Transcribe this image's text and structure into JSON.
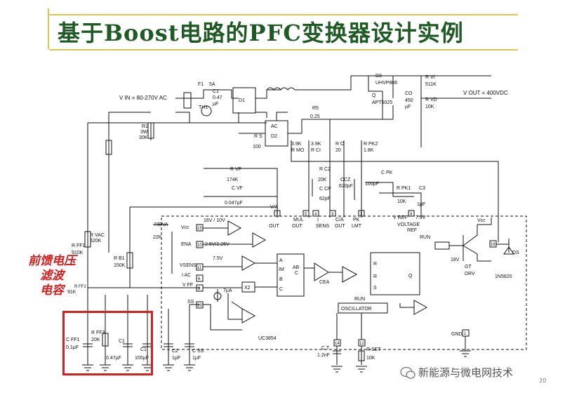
{
  "slide": {
    "title": "基于Boost电路的PFC变换器设计实例",
    "annotation": [
      "前馈电压",
      "滤波",
      "电容"
    ],
    "watermark": "新能源与微电网技术",
    "page_number": "20"
  },
  "circuit": {
    "vin": "V IN = 80-270V AC",
    "vout": "V OUT = 400VDC",
    "components": {
      "fuse": [
        "F1",
        "5A"
      ],
      "c1_input": [
        "C1",
        "0.47",
        "µF"
      ],
      "th1": "TH1",
      "d1": "D1",
      "ac_bridge": [
        "AC",
        "D2"
      ],
      "r1": [
        "R1",
        "3W",
        "30K"
      ],
      "rs": [
        "R S",
        "100"
      ],
      "rs2": [
        "R5",
        "0.25"
      ],
      "d3": [
        "D3",
        "UHVP806"
      ],
      "q": [
        "Q",
        "APT5025"
      ],
      "co": [
        "CO",
        "450",
        "µF"
      ],
      "rvi": [
        "R VI",
        "511K"
      ],
      "rvd": [
        "R VD",
        "10K"
      ],
      "rmo": [
        "3.9K",
        "R MO"
      ],
      "rci": [
        "3.9K",
        "R CI"
      ],
      "ro": [
        "R O",
        "20"
      ],
      "rpk2": [
        "R PK2",
        "1.8K"
      ],
      "rvf": [
        "R VF",
        "174K"
      ],
      "cvf": [
        "C VF",
        "0.047µF"
      ],
      "rcz": [
        "R CZ",
        "20K"
      ],
      "ccz": [
        "CCZ",
        "620pF"
      ],
      "ccp": [
        "C CP",
        "62pF"
      ],
      "cpk": [
        "C PK",
        "100pF"
      ],
      "rpk1": [
        "R PK1",
        "10K"
      ],
      "c3": [
        "C3",
        "1µF"
      ],
      "rena": [
        "RENA",
        "22K"
      ],
      "rvac": [
        "R VAC",
        "620K"
      ],
      "rff1": [
        "R FF1",
        "910K"
      ],
      "rff2": [
        "91K",
        "R FF2"
      ],
      "rb1": [
        "R B1",
        "150K"
      ],
      "cff1": [
        "C FF1",
        "0.1µF"
      ],
      "rff3": [
        "R FF3",
        "20K"
      ],
      "c1_bot": [
        "C1",
        "0.47µF"
      ],
      "c1b": [
        "C1",
        "100µF"
      ],
      "c2": [
        "C2",
        "1µF"
      ],
      "css": [
        "C SS",
        "1µF"
      ],
      "ct": [
        "C T",
        "1.2nF"
      ],
      "rset": [
        "R SET",
        "10K"
      ],
      "ds": [
        "DS",
        "1N5820"
      ],
      "z18": [
        "18V"
      ]
    },
    "pins": {
      "vao": [
        "V/A",
        "OUT"
      ],
      "mul": [
        "MUL",
        "OUT"
      ],
      "isens": [
        "I",
        "SENS"
      ],
      "cao": [
        "C/A",
        "OUT"
      ],
      "pklmt": [
        "PK",
        "LMT"
      ],
      "vref": "V REF",
      "vref_val": "7.5V",
      "vref_box": [
        "VOLTAGE",
        "REF"
      ],
      "vcc": "Vcc",
      "vcc_pin": "15",
      "ena": "ENA",
      "ena_val": "2.5V/2.25V",
      "ena_pin": "10",
      "uvlo": "16V / 10V",
      "vsens": "VSENS",
      "vsens_pin": "11",
      "vsens_ref": "7.5V",
      "iac": "I AC",
      "iac_pin": "6",
      "vff": "V FF",
      "vff_pin": "8",
      "ss": "SS",
      "ss_pin": "13",
      "isrc": "7µA",
      "x2": "X2",
      "mult_a": "A",
      "mult_b": "B",
      "mult_c": "C",
      "mult_ab": [
        "AB",
        "C"
      ],
      "mult_label": "IM",
      "cea": "CEA",
      "run": "RUN",
      "run2": "RUN",
      "osc": "OSCILLATOR",
      "ff_r": "R",
      "ff_s": "S",
      "ff_q": "Q",
      "ff_r2": "R",
      "drv": "DRV",
      "gt": "GT",
      "vcc2": "Vcc",
      "gnd": "GND",
      "gnd_pin": "1",
      "ct_pin": "14",
      "rset_pin": "12",
      "pin5": "5",
      "pin4": "4",
      "pin3": "3",
      "pin2": "2",
      "pin9": "9",
      "pin16": "16",
      "pin7": "7",
      "ic": "UC3854"
    }
  }
}
